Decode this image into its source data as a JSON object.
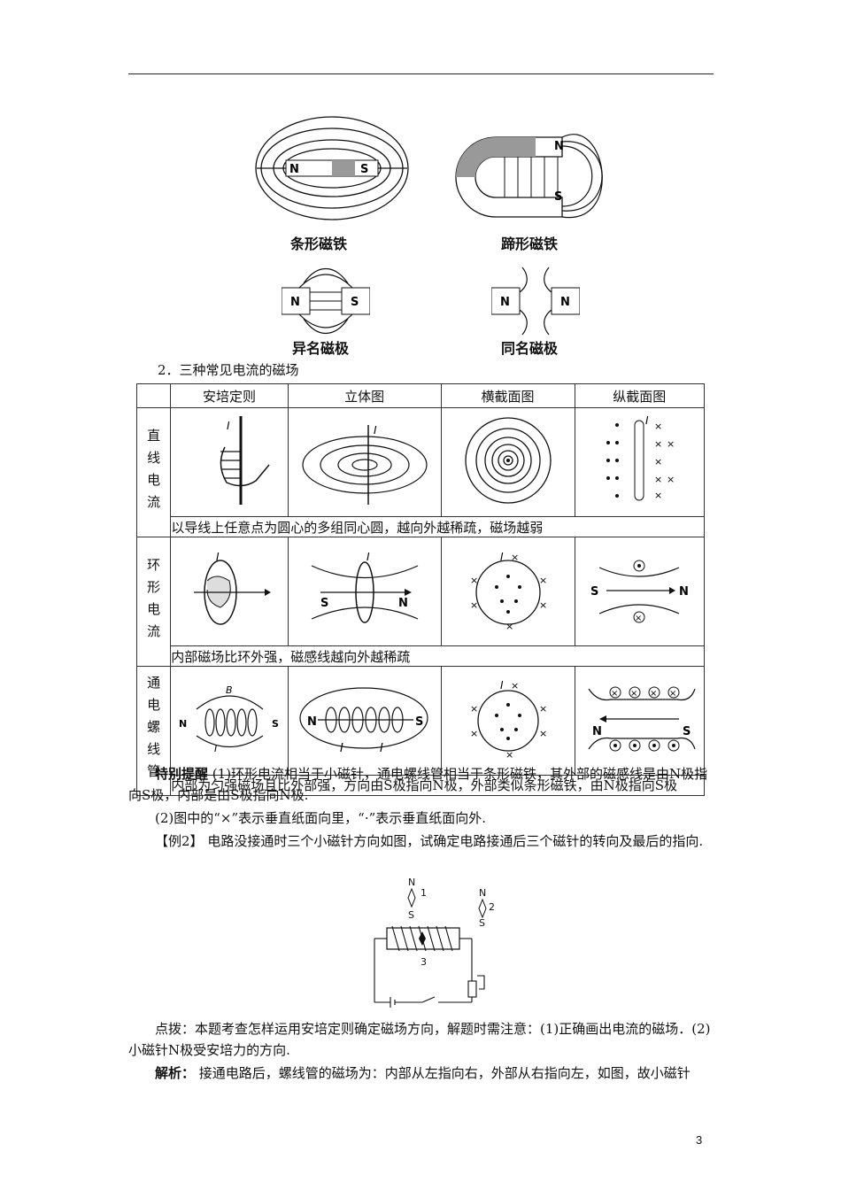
{
  "figures": {
    "bar_magnet": "条形磁铁",
    "horseshoe_magnet": "蹄形磁铁",
    "unlike_poles": "异名磁极",
    "like_poles": "同名磁极",
    "pole_n": "N",
    "pole_s": "S"
  },
  "section2_title": "2．三种常见电流的磁场",
  "table": {
    "headers": [
      "",
      "安培定则",
      "立体图",
      "横截面图",
      "纵截面图"
    ],
    "rows": [
      {
        "name": "直线电流",
        "note": "以导线上任意点为圆心的多组同心圆，越向外越稀疏，磁场越弱"
      },
      {
        "name": "环形电流",
        "note": "内部磁场比环外强，磁感线越向外越稀疏"
      },
      {
        "name": "通电螺线管",
        "note": "内部为匀强磁场且比外部强，方向由S极指向N极，外部类似条形磁铁，由N极指向S极"
      }
    ],
    "label_I": "I",
    "label_B": "B"
  },
  "reminder": {
    "label": "特别提醒",
    "text1": "(1)环形电流相当于小磁针，通电螺线管相当于条形磁铁，其外部的磁感线是由N极指向S极，内部是由S极指向N极.",
    "text2": "(2)图中的“×”表示垂直纸面向里，“·”表示垂直纸面向外."
  },
  "example": {
    "label": "【例2】",
    "text": "电路没接通时三个小磁针方向如图，试确定电路接通后三个磁针的转向及最后的指向.",
    "needle_labels": [
      "1",
      "2",
      "3"
    ]
  },
  "hint": "点拨：本题考查怎样运用安培定则确定磁场方向，解题时需注意：(1)正确画出电流的磁场．(2)小磁针N极受安培力的方向.",
  "analysis": {
    "label": "解析：",
    "text": "接通电路后，螺线管的磁场为：内部从左指向右，外部从右指向左，如图，故小磁针"
  },
  "page_number": "3"
}
